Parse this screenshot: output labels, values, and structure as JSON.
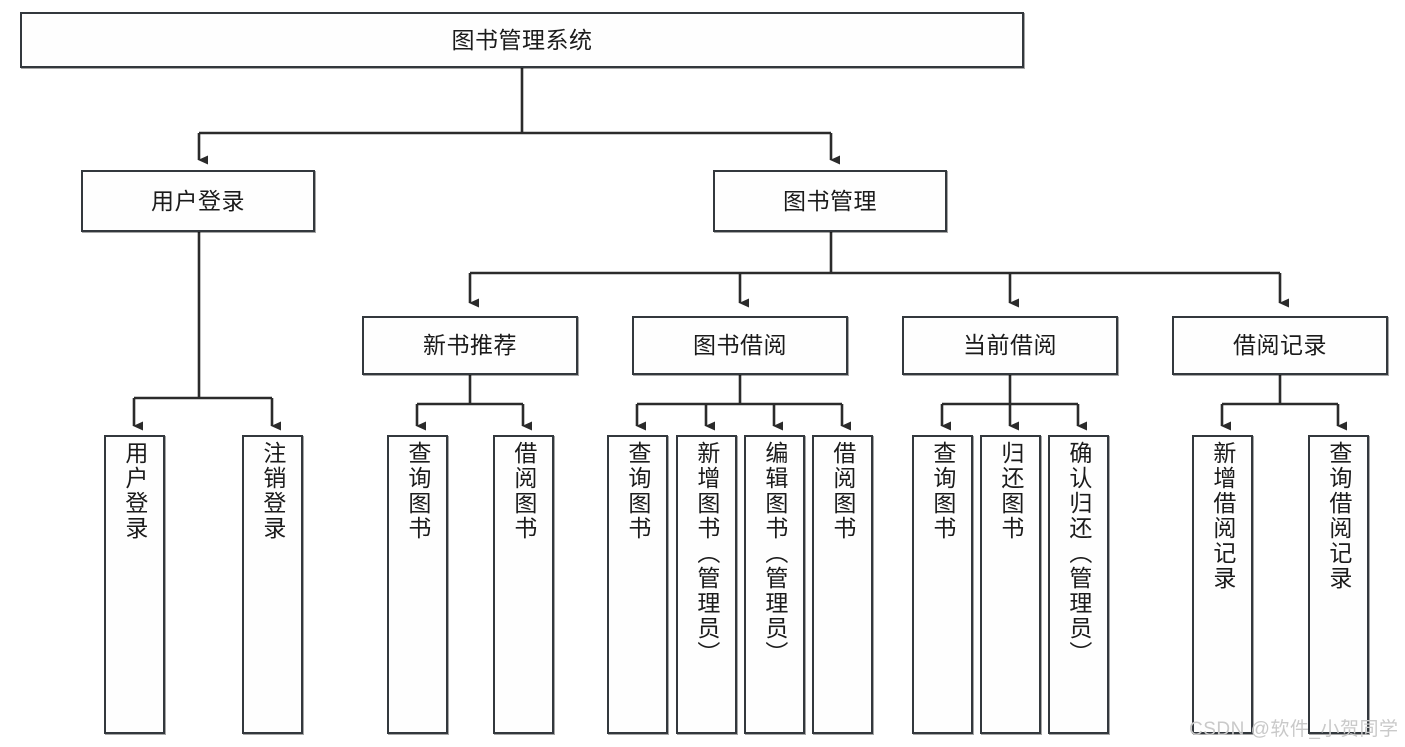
{
  "diagram": {
    "title": "图书管理系统",
    "type": "hierarchy-tree",
    "watermark": "CSDN @软件_小贺同学",
    "colors": {
      "box_border": "#33383d",
      "box_fill": "#fefefe",
      "edge": "#2b2b2b",
      "text": "#1b1b1b",
      "watermark": "#c9c9c9"
    },
    "nodes": {
      "root": {
        "label": "图书管理系统",
        "level": 1,
        "orientation": "horizontal"
      },
      "level2": [
        {
          "id": "user-login",
          "label": "用户登录",
          "orientation": "horizontal"
        },
        {
          "id": "book-management",
          "label": "图书管理",
          "orientation": "horizontal"
        }
      ],
      "level3": [
        {
          "id": "new-book-recommend",
          "label": "新书推荐",
          "orientation": "horizontal"
        },
        {
          "id": "book-borrow",
          "label": "图书借阅",
          "orientation": "horizontal"
        },
        {
          "id": "current-borrow",
          "label": "当前借阅",
          "orientation": "horizontal"
        },
        {
          "id": "borrow-record",
          "label": "借阅记录",
          "orientation": "horizontal"
        }
      ],
      "leaves": {
        "user-login": [
          {
            "id": "leaf-user-login",
            "label": "用户登录"
          },
          {
            "id": "leaf-logout",
            "label": "注销登录"
          }
        ],
        "new-book-recommend": [
          {
            "id": "leaf-query-book-1",
            "label": "查询图书"
          },
          {
            "id": "leaf-borrow-book-1",
            "label": "借阅图书"
          }
        ],
        "book-borrow": [
          {
            "id": "leaf-query-book-2",
            "label": "查询图书"
          },
          {
            "id": "leaf-add-book",
            "label": "新增图书（管理员）"
          },
          {
            "id": "leaf-edit-book",
            "label": "编辑图书（管理员）"
          },
          {
            "id": "leaf-borrow-book-2",
            "label": "借阅图书"
          }
        ],
        "current-borrow": [
          {
            "id": "leaf-query-book-3",
            "label": "查询图书"
          },
          {
            "id": "leaf-return-book",
            "label": "归还图书"
          },
          {
            "id": "leaf-confirm-return",
            "label": "确认归还（管理员）"
          }
        ],
        "borrow-record": [
          {
            "id": "leaf-add-record",
            "label": "新增借阅记录"
          },
          {
            "id": "leaf-query-record",
            "label": "查询借阅记录"
          }
        ]
      }
    }
  }
}
